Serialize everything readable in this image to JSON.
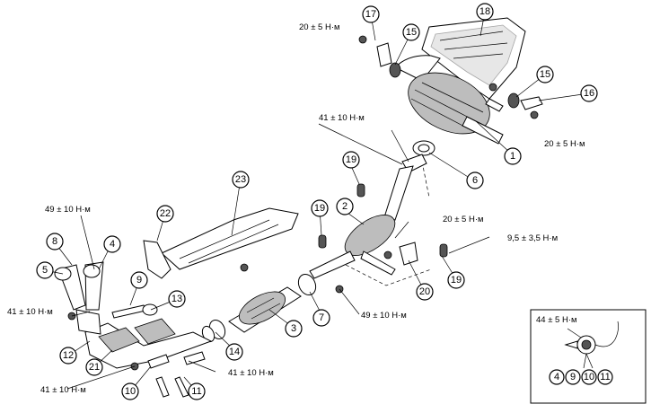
{
  "callouts": [
    "1",
    "2",
    "3",
    "4",
    "5",
    "6",
    "7",
    "8",
    "9",
    "10",
    "11",
    "12",
    "13",
    "14",
    "15",
    "15",
    "16",
    "17",
    "18",
    "19",
    "19",
    "19",
    "20",
    "21",
    "22",
    "23"
  ],
  "torques": {
    "t_top_left": "20 ± 5 Н·м",
    "t_top_right": "20 ± 5 Н·м",
    "t_mid_41": "41 ± 10 Н·м",
    "t_left_49": "49 ± 10 Н·м",
    "t_mid_20": "20 ± 5 Н·м",
    "t_right_9": "9,5 ± 3,5 Н·м",
    "t_left_41a": "41 ± 10 Н·м",
    "t_bottom_49": "49 ± 10 Н·м",
    "t_bottom_41": "41 ± 10 Н·м",
    "t_bottom_left_41": "41 ± 10 Н·м",
    "t_inset_44": "44 ± 5 Н·м"
  },
  "inset": {
    "callouts": [
      "4",
      "9",
      "10",
      "11"
    ]
  }
}
